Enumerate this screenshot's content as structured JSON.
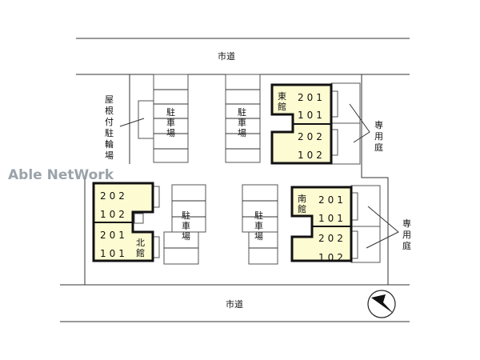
{
  "watermark": "Able NetWork",
  "roads": {
    "top": "市道",
    "bottom": "市道"
  },
  "bike_parking": [
    "屋",
    "根",
    "付",
    "駐",
    "輪",
    "場"
  ],
  "parking_label": [
    "駐",
    "車",
    "場"
  ],
  "private_garden": [
    "専",
    "用",
    "庭"
  ],
  "buildings": {
    "east": {
      "name": [
        "東",
        "館"
      ],
      "units": [
        "201",
        "101",
        "202",
        "102"
      ]
    },
    "north": {
      "name": [
        "北",
        "館"
      ],
      "units": [
        "202",
        "102",
        "201",
        "101"
      ]
    },
    "south": {
      "name": [
        "南",
        "館"
      ],
      "units": [
        "201",
        "101",
        "202",
        "102"
      ]
    }
  },
  "colors": {
    "building_fill": "#fdfbd2"
  },
  "compass": "north-arrow"
}
